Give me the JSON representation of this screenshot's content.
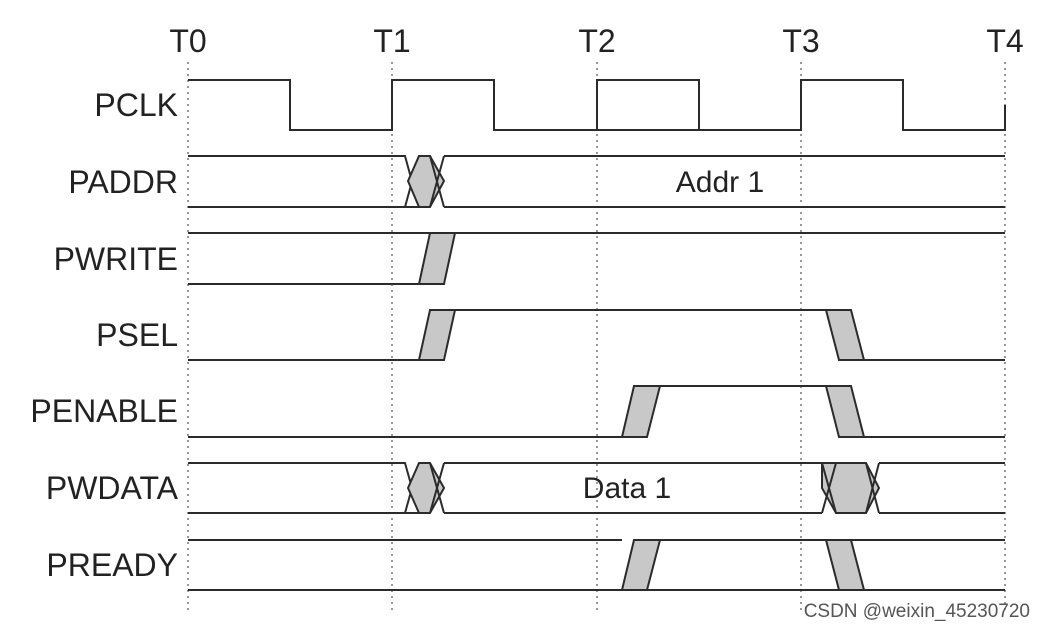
{
  "time_markers": [
    "T0",
    "T1",
    "T2",
    "T3",
    "T4"
  ],
  "signals": [
    {
      "name": "PCLK"
    },
    {
      "name": "PADDR",
      "bus_value": "Addr 1"
    },
    {
      "name": "PWRITE"
    },
    {
      "name": "PSEL"
    },
    {
      "name": "PENABLE"
    },
    {
      "name": "PWDATA",
      "bus_value": "Data 1"
    },
    {
      "name": "PREADY"
    }
  ],
  "watermark": "CSDN @weixin_45230720",
  "colors": {
    "line": "#2b2b2b",
    "transition_fill": "#c8c8c8",
    "grid": "#777777"
  }
}
